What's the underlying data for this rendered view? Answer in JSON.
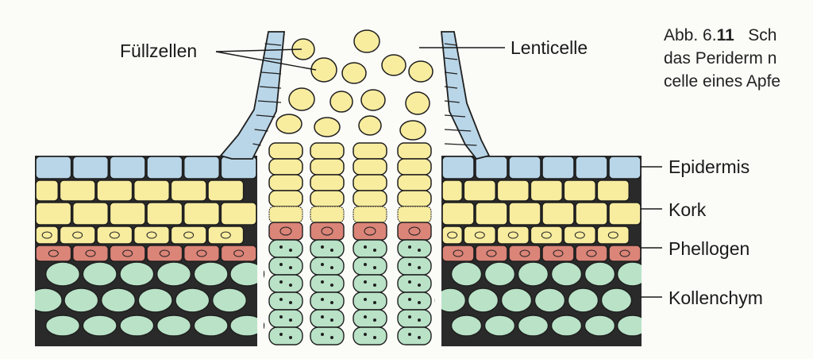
{
  "caption": {
    "line1_prefix": "Abb. 6.",
    "line1_number": "11",
    "line1_text": "Sch",
    "line2": "das Periderm n",
    "line3": "celle eines Apfe"
  },
  "labels": {
    "fuellzellen": "Füllzellen",
    "lenticelle": "Lenticelle",
    "epidermis": "Epidermis",
    "kork": "Kork",
    "phellogen": "Phellogen",
    "kollenchym": "Kollenchym"
  },
  "colors": {
    "epidermis": "#b9d6e8",
    "kork": "#f8ec9f",
    "phellogen": "#db8478",
    "kollenchym": "#b9e2c7",
    "outline": "#1f1f1f",
    "background": "#fbfbf8"
  }
}
